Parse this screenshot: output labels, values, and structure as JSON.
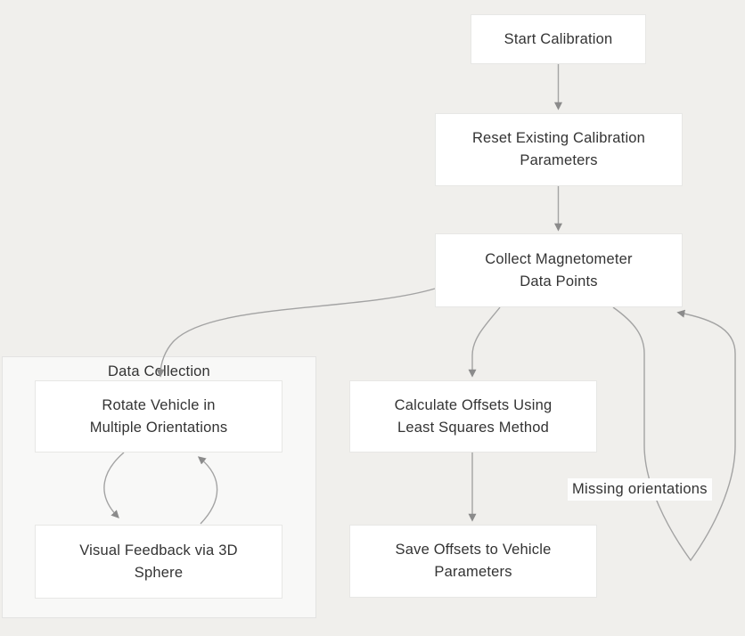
{
  "colors": {
    "page_background": "#f0efec",
    "node_fill": "#ffffff",
    "node_border": "#e7e7e5",
    "subgraph_fill": "#f8f8f7",
    "subgraph_border": "#e3e3e2",
    "edge_line": "#a3a3a3",
    "arrowhead": "#8b8b8b",
    "text": "#333333",
    "edge_label_background": "#fdfdfd"
  },
  "diagram": {
    "type": "flowchart",
    "direction": "top-down",
    "nodes": {
      "start": {
        "label": "Start Calibration",
        "lines": [
          "Start Calibration"
        ]
      },
      "reset": {
        "label": "Reset Existing Calibration Parameters",
        "lines": [
          "Reset Existing Calibration",
          "Parameters"
        ]
      },
      "collect": {
        "label": "Collect Magnetometer Data Points",
        "lines": [
          "Collect Magnetometer",
          "Data Points"
        ]
      },
      "rotate": {
        "label": "Rotate Vehicle in Multiple Orientations",
        "lines": [
          "Rotate Vehicle in",
          "Multiple Orientations"
        ]
      },
      "visual": {
        "label": "Visual Feedback via 3D Sphere",
        "lines": [
          "Visual Feedback via 3D",
          "Sphere"
        ]
      },
      "calculate": {
        "label": "Calculate Offsets Using Least Squares Method",
        "lines": [
          "Calculate Offsets Using",
          "Least Squares Method"
        ]
      },
      "save": {
        "label": "Save Offsets to Vehicle Parameters",
        "lines": [
          "Save Offsets to Vehicle",
          "Parameters"
        ]
      }
    },
    "subgraph": {
      "title": "Data Collection",
      "children": [
        "rotate",
        "visual"
      ]
    },
    "edges": [
      {
        "from": "start",
        "to": "reset",
        "label": ""
      },
      {
        "from": "reset",
        "to": "collect",
        "label": ""
      },
      {
        "from": "collect",
        "to": "rotate",
        "label": ""
      },
      {
        "from": "collect",
        "to": "calculate",
        "label": ""
      },
      {
        "from": "rotate",
        "to": "visual",
        "label": ""
      },
      {
        "from": "visual",
        "to": "rotate",
        "label": ""
      },
      {
        "from": "calculate",
        "to": "save",
        "label": ""
      },
      {
        "from": "collect",
        "to": "collect",
        "label": "Missing orientations"
      }
    ]
  }
}
